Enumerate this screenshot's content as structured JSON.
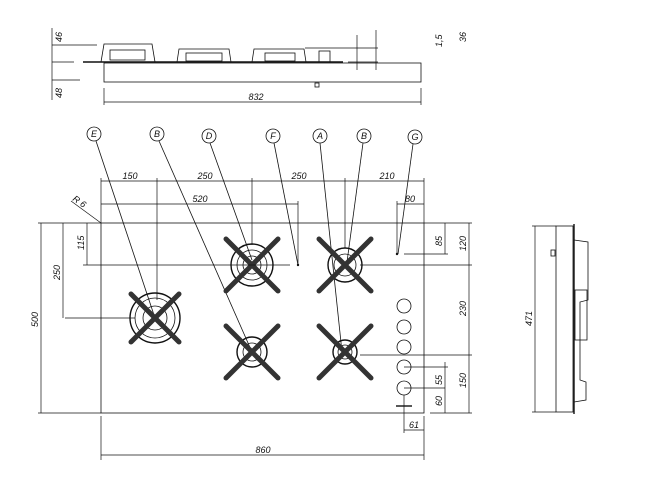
{
  "title": "Gas hob technical drawing",
  "side_view": {
    "dims": {
      "burner_height": "46",
      "body_height": "48",
      "width": "832",
      "glass": "1,5",
      "knob_height": "36"
    }
  },
  "top_view": {
    "callouts": [
      "E",
      "B",
      "D",
      "F",
      "A",
      "B",
      "G"
    ],
    "dims": {
      "d150": "150",
      "d250a": "250",
      "d250b": "250",
      "d210": "210",
      "d520": "520",
      "d80": "80",
      "radius": "R 6",
      "d115": "115",
      "d250v": "250",
      "d500": "500",
      "d85": "85",
      "d120": "120",
      "d230": "230",
      "d55": "55",
      "d150v": "150",
      "d60": "60",
      "d61": "61",
      "d860": "860"
    }
  },
  "end_view": {
    "dims": {
      "depth": "471"
    }
  }
}
